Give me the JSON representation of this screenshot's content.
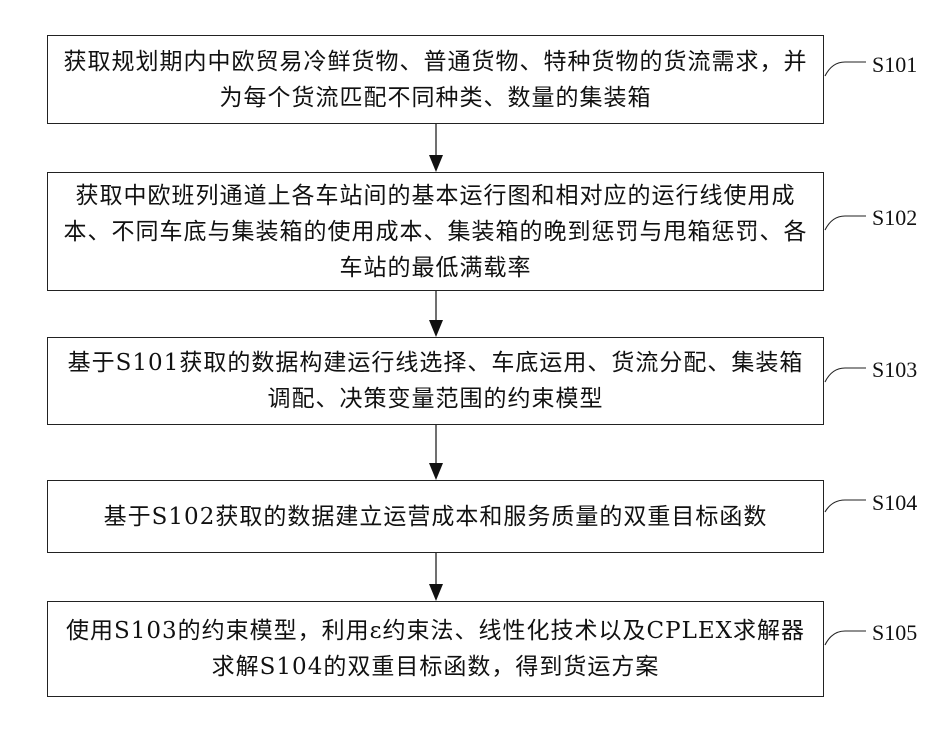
{
  "steps": [
    {
      "id": "S101",
      "text": "获取规划期内中欧贸易冷鲜货物、普通货物、特种货物的货流需求，并为每个货流匹配不同种类、数量的集装箱"
    },
    {
      "id": "S102",
      "text": "获取中欧班列通道上各车站间的基本运行图和相对应的运行线使用成本、不同车底与集装箱的使用成本、集装箱的晚到惩罚与甩箱惩罚、各车站的最低满载率"
    },
    {
      "id": "S103",
      "text": "基于S101获取的数据构建运行线选择、车底运用、货流分配、集装箱调配、决策变量范围的约束模型"
    },
    {
      "id": "S104",
      "text": "基于S102获取的数据建立运营成本和服务质量的双重目标函数"
    },
    {
      "id": "S105",
      "text": "使用S103的约束模型，利用ε约束法、线性化技术以及CPLEX求解器求解S104的双重目标函数，得到货运方案"
    }
  ],
  "colors": {
    "line": "#222222",
    "background": "#ffffff",
    "text": "#111111"
  }
}
